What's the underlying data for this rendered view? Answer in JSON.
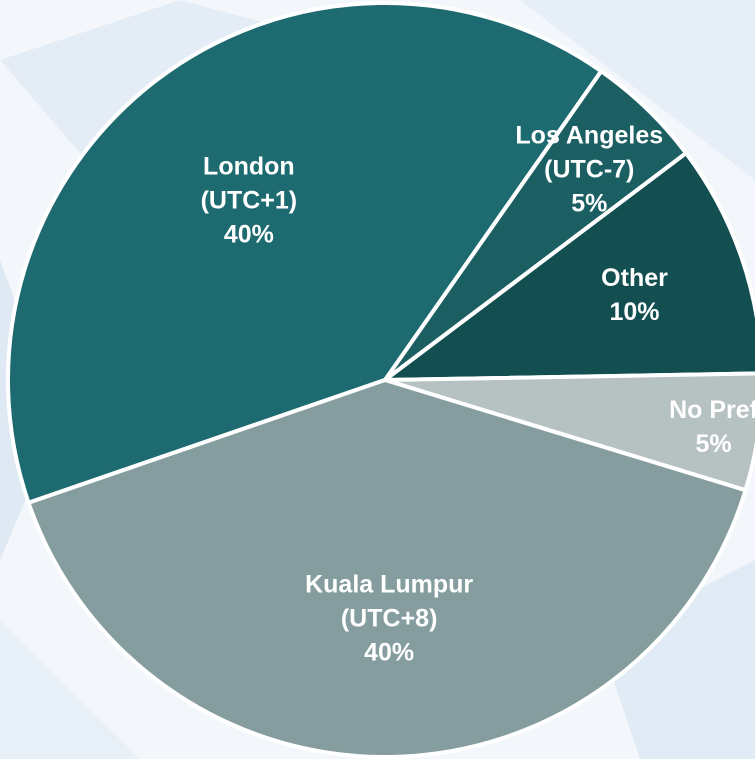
{
  "chart_data": {
    "type": "pie",
    "slices": [
      {
        "label_lines": [
          "London",
          "(UTC+1)"
        ],
        "value": 40,
        "value_label": "40%",
        "color": "#1d6b70"
      },
      {
        "label_lines": [
          "Los Angeles",
          "(UTC-7)"
        ],
        "value": 5,
        "value_label": "5%",
        "color": "#1b5f63"
      },
      {
        "label_lines": [
          "Other"
        ],
        "value": 10,
        "value_label": "10%",
        "color": "#134e51"
      },
      {
        "label_lines": [
          "No Pref"
        ],
        "value": 5,
        "value_label": "5%",
        "color": "#b6c1c2"
      },
      {
        "label_lines": [
          "Kuala Lumpur",
          "(UTC+8)"
        ],
        "value": 40,
        "value_label": "40%",
        "color": "#869d9f"
      }
    ],
    "legend": "none",
    "data_labels": "on slices",
    "colors": {
      "slice_border": "#ffffff",
      "label_text": "#ffffff",
      "background_light": "#eef5fb",
      "background_accent": "#dbe8f3"
    }
  }
}
